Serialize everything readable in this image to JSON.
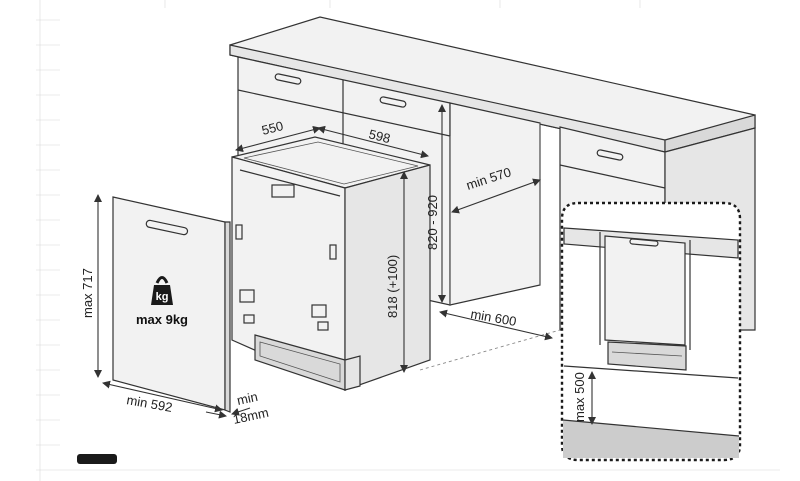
{
  "labels": {
    "depth": "550",
    "width": "598",
    "height": "818 (+100)",
    "niche_height": "820 - 920",
    "niche_depth": "min 570",
    "niche_width": "min 600",
    "panel_height": "max 717",
    "panel_width": "min 592",
    "panel_thickness_top": "min",
    "panel_thickness_bottom": "18mm",
    "panel_weight": "max 9kg",
    "weight_icon": "kg",
    "plinth_height": "max 500"
  },
  "icons": {
    "weight": "kettlebell-weight-icon"
  },
  "colors": {
    "line": "#333333",
    "floor": "#cccccc",
    "badge": "#1a1a1a"
  }
}
